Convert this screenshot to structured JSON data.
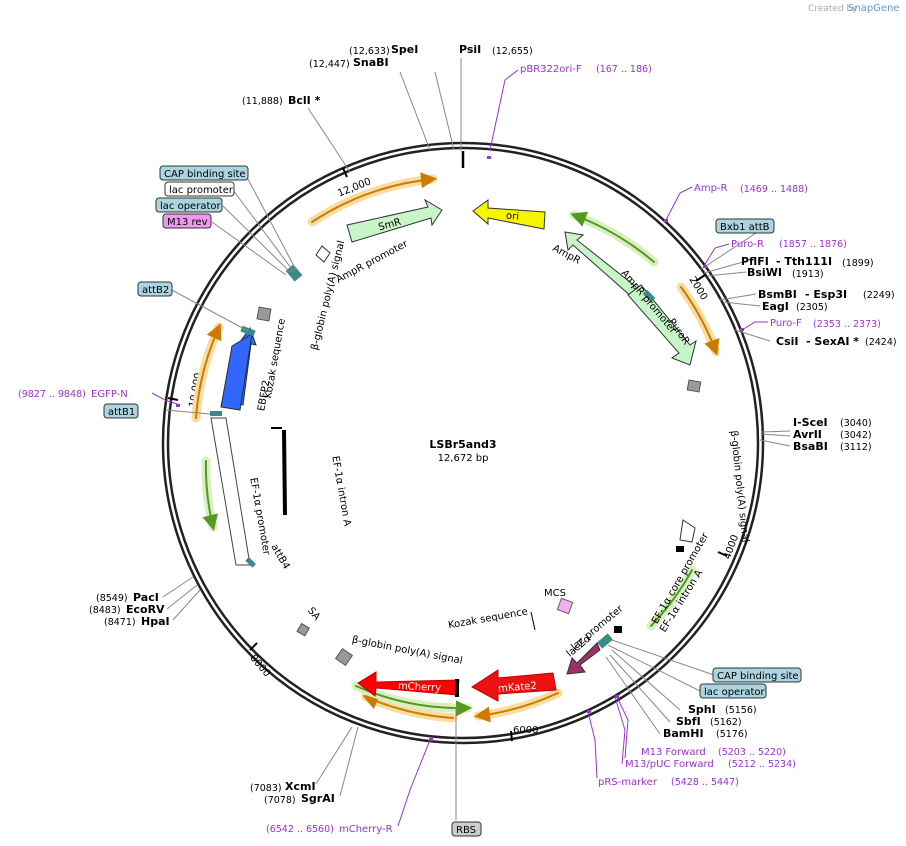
{
  "credit": {
    "prefix": "Created by",
    "brand": "SnapGene"
  },
  "center": {
    "name": "LSBr5and3",
    "size": "12,672 bp"
  },
  "ticks": [
    "2000",
    "4000",
    "6000",
    "8000",
    "10,000",
    "12,000"
  ],
  "sites": {
    "speI": {
      "name": "SpeI",
      "pos": "(12,633)"
    },
    "psiI": {
      "name": "PsiI",
      "pos": "(12,655)"
    },
    "snaBI": {
      "name": "SnaBI",
      "pos": "(12,447)"
    },
    "bclI": {
      "name": "BclI *",
      "pos": "(11,888)"
    },
    "pflFI": {
      "name": "PflFI",
      "name2": "- Tth111I",
      "pos": "(1899)"
    },
    "bsiWI": {
      "name": "BsiWI",
      "pos": "(1913)"
    },
    "bsmBI": {
      "name": "BsmBI",
      "name2": "- Esp3I",
      "pos": "(2249)"
    },
    "eagI": {
      "name": "EagI",
      "pos": "(2305)"
    },
    "csiI": {
      "name": "CsiI",
      "name2": "- SexAI *",
      "pos": "(2424)"
    },
    "isceI": {
      "name": "I-SceI",
      "pos": "(3040)"
    },
    "avrII": {
      "name": "AvrII",
      "pos": "(3042)"
    },
    "bsaBI": {
      "name": "BsaBI",
      "pos": "(3112)"
    },
    "sphI": {
      "name": "SphI",
      "pos": "(5156)"
    },
    "sbfI": {
      "name": "SbfI",
      "pos": "(5162)"
    },
    "bamHI": {
      "name": "BamHI",
      "pos": "(5176)"
    },
    "xcmI": {
      "name": "XcmI",
      "pos": "(7083)"
    },
    "sgrAI": {
      "name": "SgrAI",
      "pos": "(7078)"
    },
    "pacI": {
      "name": "PacI",
      "pos": "(8549)"
    },
    "ecoRV": {
      "name": "EcoRV",
      "pos": "(8483)"
    },
    "hpaI": {
      "name": "HpaI",
      "pos": "(8471)"
    }
  },
  "primers": {
    "pbr322": {
      "name": "pBR322ori-F",
      "range": "(167 .. 186)"
    },
    "ampR": {
      "name": "Amp-R",
      "range": "(1469 .. 1488)"
    },
    "puroR": {
      "name": "Puro-R",
      "range": "(1857 .. 1876)"
    },
    "puroF": {
      "name": "Puro-F",
      "range": "(2353 .. 2373)"
    },
    "egfpN": {
      "name": "EGFP-N",
      "range": "(9827 .. 9848)"
    },
    "m13fwd": {
      "name": "M13 Forward",
      "range": "(5203 .. 5220)"
    },
    "m13puc": {
      "name": "M13/pUC Forward",
      "range": "(5212 .. 5234)"
    },
    "prs": {
      "name": "pRS-marker",
      "range": "(5428 .. 5447)"
    },
    "mcherryR": {
      "name": "mCherry-R",
      "range": "(6542 .. 6560)"
    }
  },
  "boxes": {
    "capTop": "CAP binding site",
    "lacPromTop": "lac promoter",
    "lacOpTop": "lac operator",
    "m13rev": "M13 rev",
    "attB2": "attB2",
    "attB1": "attB1",
    "bxb1": "Bxb1 attB",
    "capBottom": "CAP binding site",
    "lacOpBottom": "lac operator",
    "rbs": "RBS"
  },
  "features": {
    "smr": "SmR",
    "ori": "ori",
    "ampRArrow": "AmpR",
    "ampRPromoterTop": "AmpR promoter",
    "ampRPromoterRight": "AmpR promoter",
    "puroR": "PuroR",
    "bglobinRight": "β-globin poly(A) signal",
    "bglobinLeft": "β-globin poly(A) signal",
    "bglobinBottom": "β-globin poly(A) signal",
    "ebfp2": "EBFP2",
    "kozakTop": "Kozak sequence",
    "ef1aIntronInner": "EF-1α intron A",
    "ef1aPromoter": "EF-1α promoter",
    "attB4": "attB4",
    "sa": "SA",
    "mcherry": "mCherry",
    "mkate2": "mKate2",
    "lacZa": "lacZα",
    "lacPromoterBottom": "lac promoter",
    "mcs": "MCS",
    "kozakBottom": "Kozak sequence",
    "ef1aCore": "EF-1α core promoter",
    "ef1aIntronRight": "EF-1α intron A"
  },
  "colors": {
    "primer": "#9933cc",
    "boxBlue": "#a9d4e0",
    "smr": "#c8f5c8",
    "ori": "#f5f500",
    "ebfp2": "#3366ff",
    "mcherry": "#ff0000",
    "mkate2": "#ee1111",
    "lacZa": "#993366",
    "orf": "#e8a020",
    "green": "#559922"
  }
}
